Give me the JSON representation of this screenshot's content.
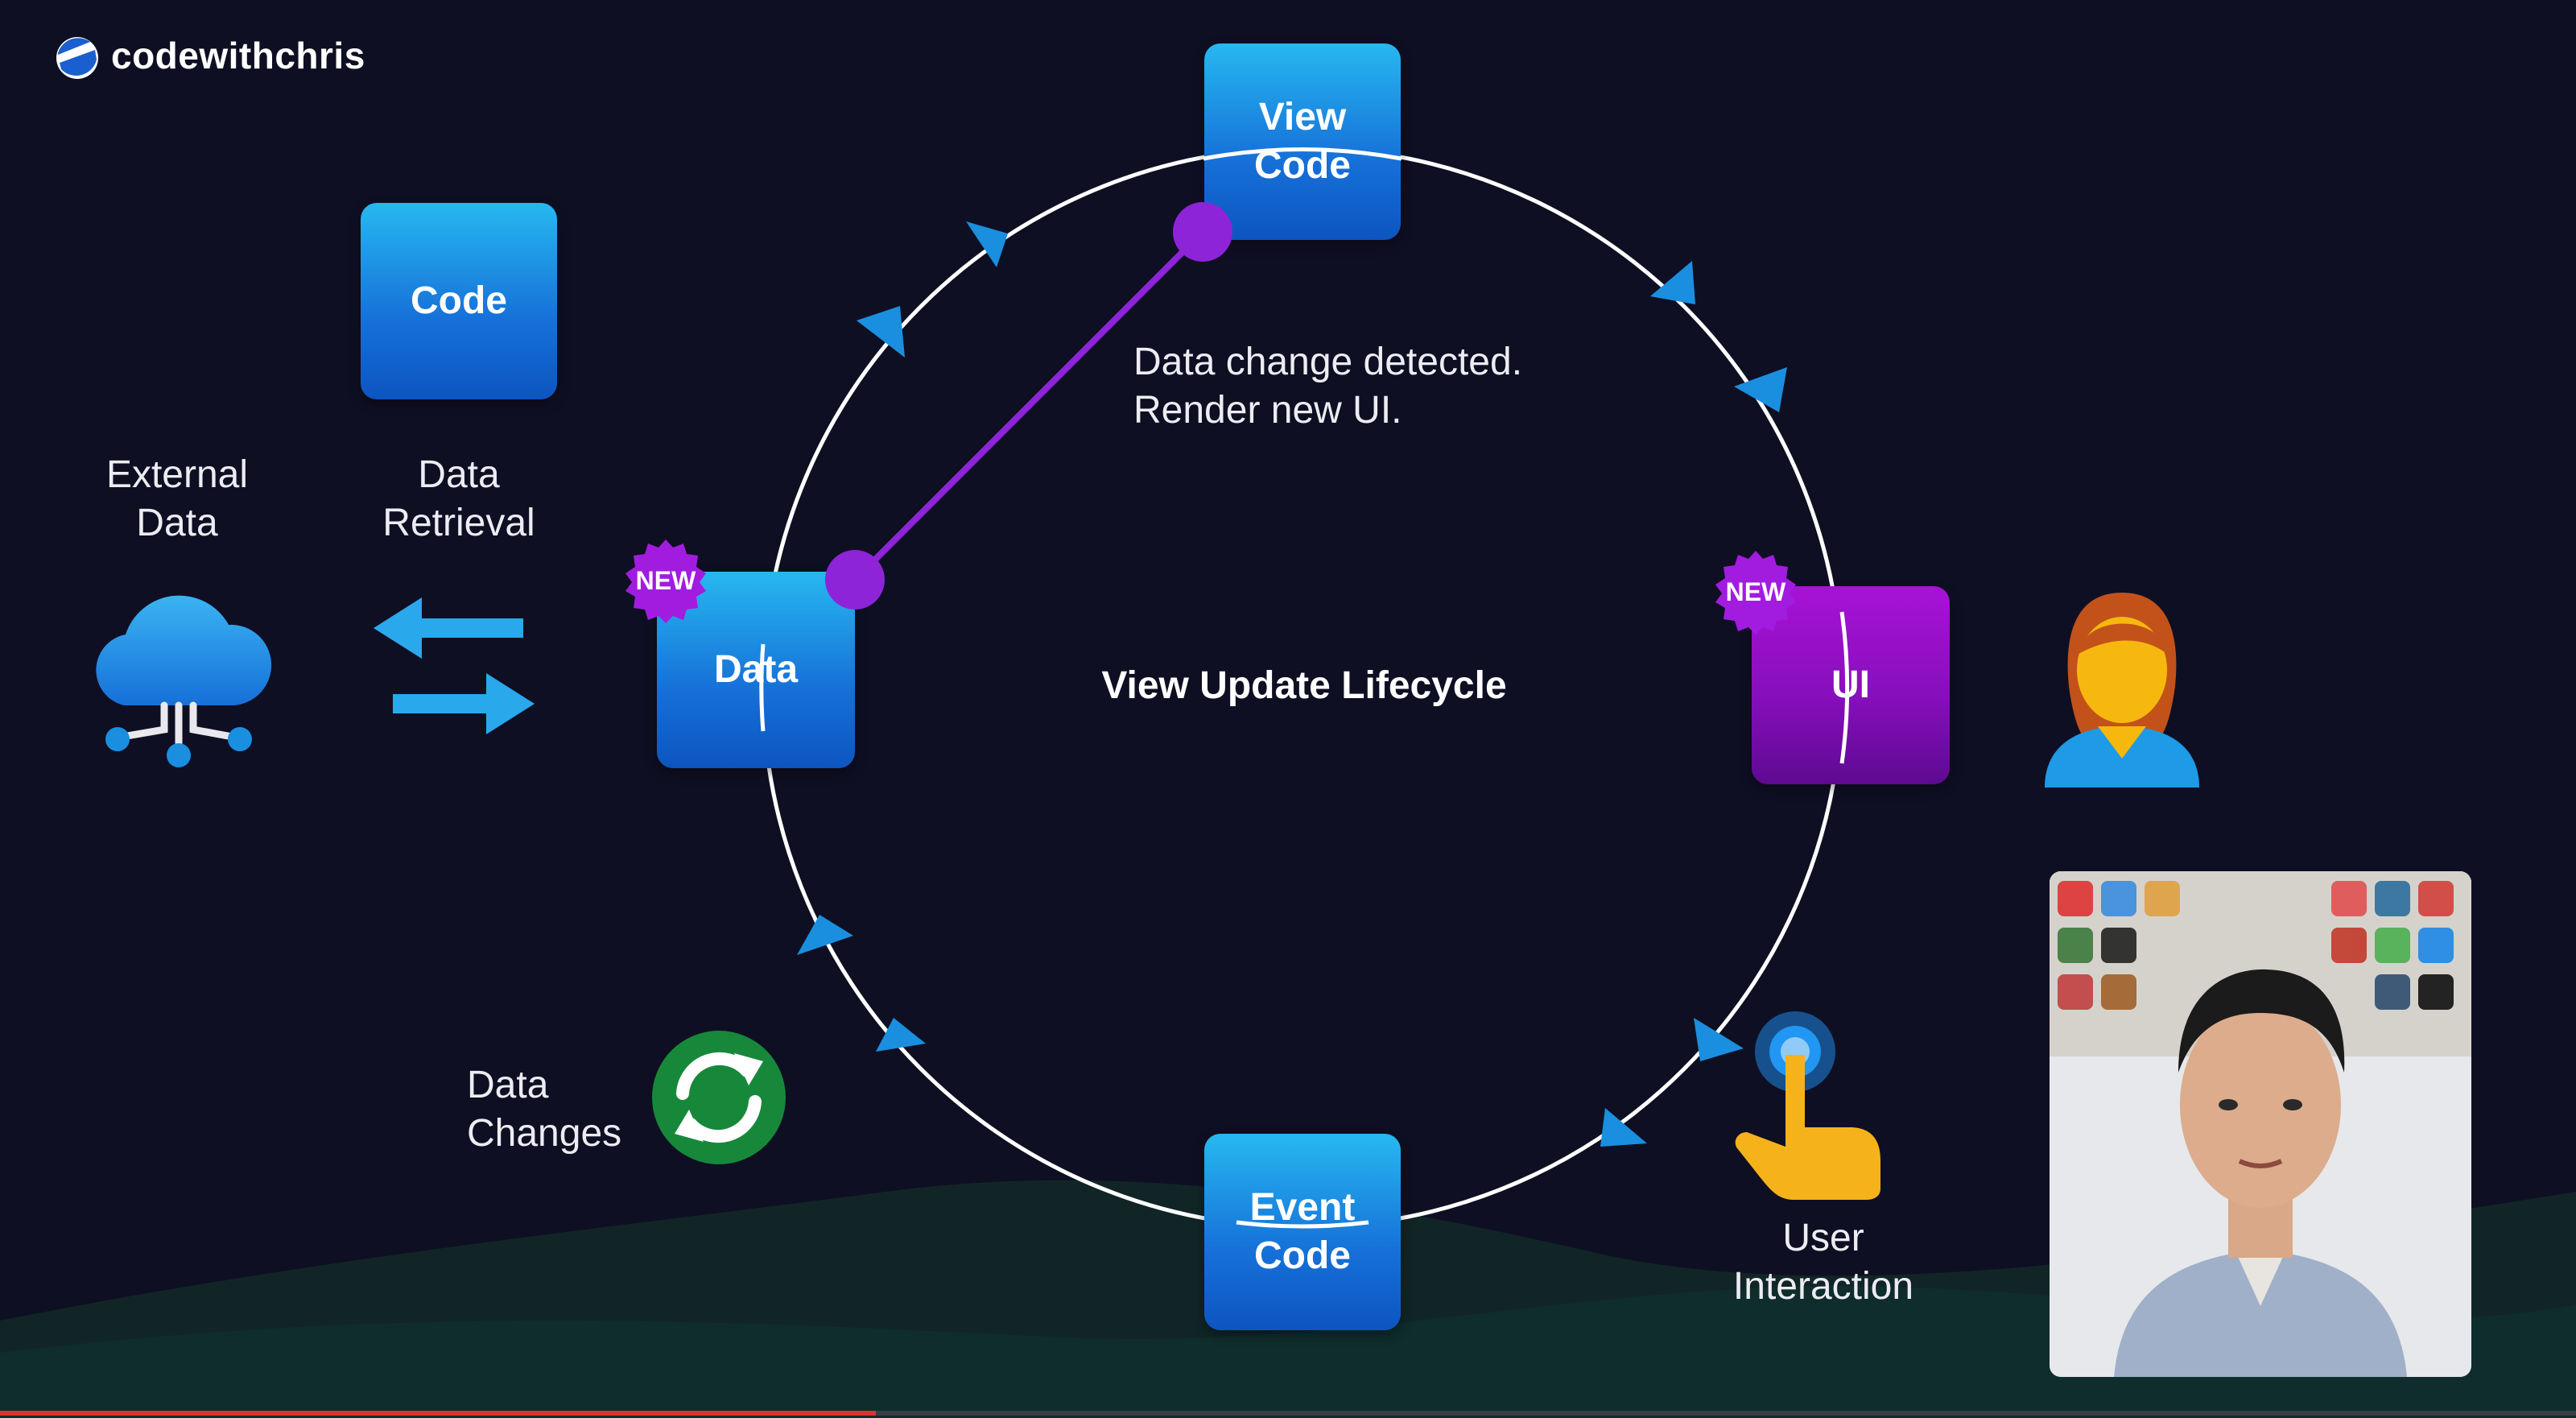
{
  "brand": {
    "name": "codewithchris"
  },
  "diagram": {
    "title": "View Update Lifecycle",
    "annotation_line1": "Data change detected.",
    "annotation_line2": "Render new UI.",
    "boxes": {
      "code": "Code",
      "data": "Data",
      "view_code_line1": "View",
      "view_code_line2": "Code",
      "ui": "UI",
      "event_code_line1": "Event",
      "event_code_line2": "Code"
    },
    "badges": {
      "data_badge": "NEW",
      "ui_badge": "NEW"
    },
    "labels": {
      "external_data_line1": "External",
      "external_data_line2": "Data",
      "data_retrieval_line1": "Data",
      "data_retrieval_line2": "Retrieval",
      "data_changes_line1": "Data",
      "data_changes_line2": "Changes",
      "user_interaction_line1": "User",
      "user_interaction_line2": "Interaction"
    },
    "icons": [
      "cloud-network-icon",
      "swap-arrows-icon",
      "sync-icon",
      "person-icon",
      "tap-hand-icon"
    ]
  },
  "video": {
    "progress": 0.34
  },
  "colors": {
    "background": "#0f0f23",
    "box_blue": "#1670d8",
    "box_purple": "#870fbc",
    "connector_purple": "#8e24d8",
    "arrow_blue": "#1a8fe0",
    "progress_red": "#e03131",
    "hill_green": "#0f2a2b"
  }
}
